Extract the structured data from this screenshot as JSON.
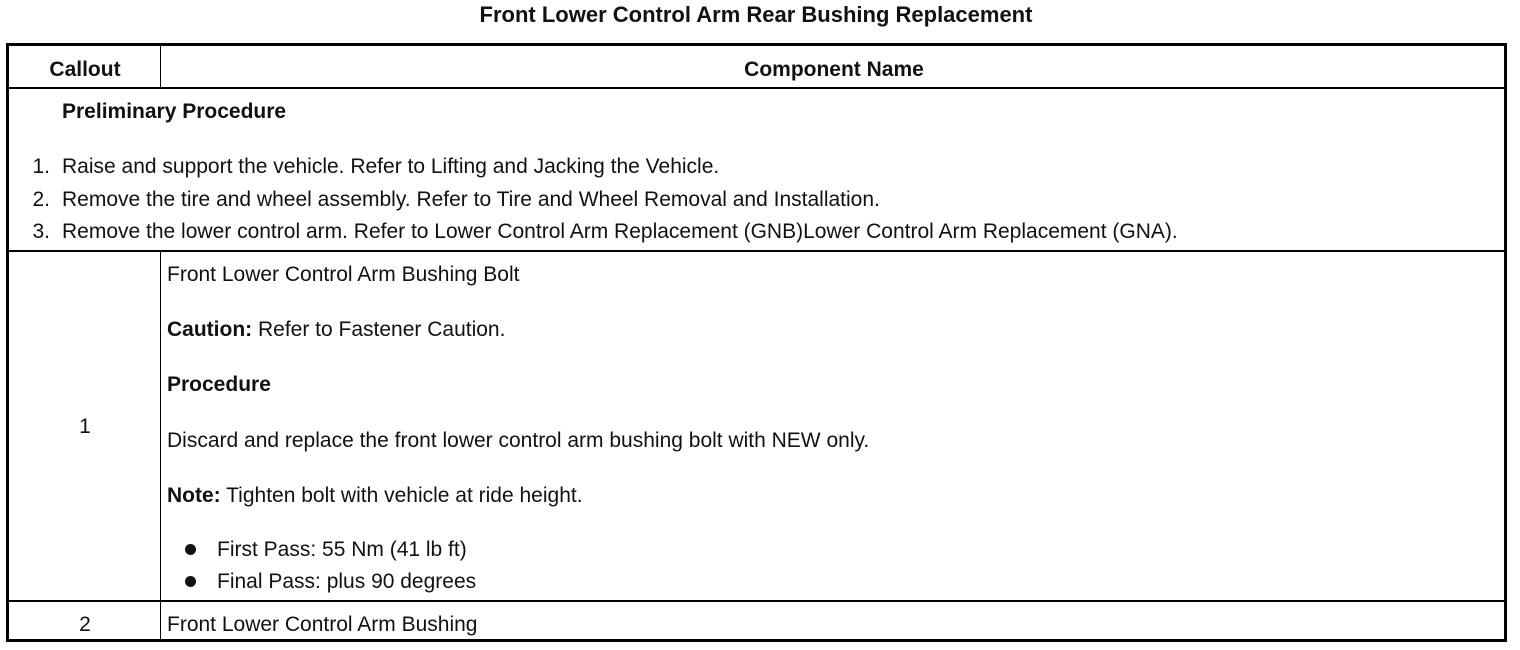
{
  "title": "Front Lower Control Arm Rear Bushing Replacement",
  "table": {
    "headers": {
      "callout": "Callout",
      "component": "Component Name"
    },
    "preliminary": {
      "heading": "Preliminary Procedure",
      "steps": [
        {
          "num": "1.",
          "text": "Raise and support the vehicle. Refer to Lifting and Jacking the Vehicle."
        },
        {
          "num": "2.",
          "text": "Remove the tire and wheel assembly. Refer to Tire and Wheel Removal and Installation."
        },
        {
          "num": "3.",
          "text": "Remove the lower control arm. Refer to Lower Control Arm Replacement (GNB)Lower Control Arm Replacement (GNA)."
        }
      ]
    },
    "rows": [
      {
        "callout": "1",
        "name": "Front Lower Control Arm Bushing Bolt",
        "caution_label": "Caution:",
        "caution_text": " Refer to Fastener Caution.",
        "procedure_heading": "Procedure",
        "procedure_text": "Discard and replace the front lower control arm bushing bolt with NEW only.",
        "note_label": "Note:",
        "note_text": " Tighten bolt with vehicle at ride height.",
        "bullets": [
          "First Pass: 55 Nm (41 lb ft)",
          "Final Pass: plus 90 degrees"
        ]
      },
      {
        "callout": "2",
        "name": "Front Lower Control Arm Bushing"
      }
    ]
  }
}
